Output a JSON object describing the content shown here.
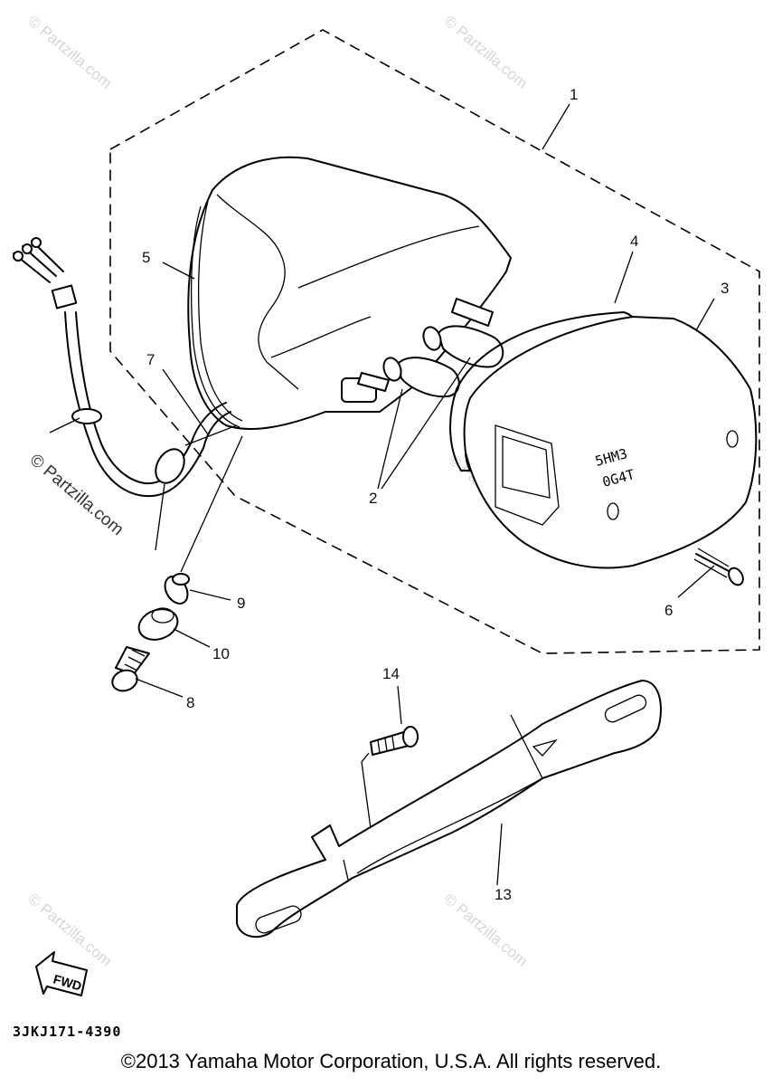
{
  "callouts": {
    "c1": "1",
    "c2": "2",
    "c3": "3",
    "c4": "4",
    "c5": "5",
    "c6": "6",
    "c7": "7",
    "c8": "8",
    "c9": "9",
    "c10": "10",
    "c13": "13",
    "c14": "14"
  },
  "lens_stamp": [
    "5HM3",
    "0G4T"
  ],
  "fwd_label": "FWD",
  "watermark": "© Partzilla.com",
  "part_code": "3JKJ171-4390",
  "copyright": "©2013 Yamaha Motor Corporation, U.S.A. All rights reserved."
}
